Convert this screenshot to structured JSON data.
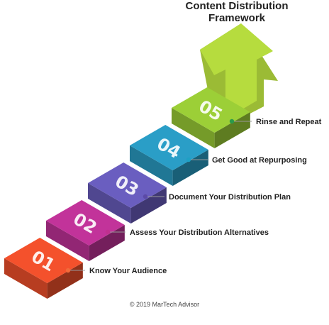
{
  "title": {
    "line1": "Content Distribution",
    "line2": "Framework"
  },
  "steps": [
    {
      "number": "01",
      "label": "Know Your Audience",
      "color": "#f4512c",
      "dot": "#f26a3a"
    },
    {
      "number": "02",
      "label": "Assess Your Distribution Alternatives",
      "color": "#c2339a",
      "dot": "#c0308f"
    },
    {
      "number": "03",
      "label": "Document Your Distribution Plan",
      "color": "#6a5ec0",
      "dot": "#5b4aa7"
    },
    {
      "number": "04",
      "label": "Get Good at Repurposing",
      "color": "#2a9ec7",
      "dot": "#1ea0c4"
    },
    {
      "number": "05",
      "label": "Rinse and Repeat",
      "color": "#9ccf37",
      "dot": "#2b9a4a"
    }
  ],
  "arrow_color": "#b6dc3e",
  "credit": "© 2019 MarTech Advisor"
}
